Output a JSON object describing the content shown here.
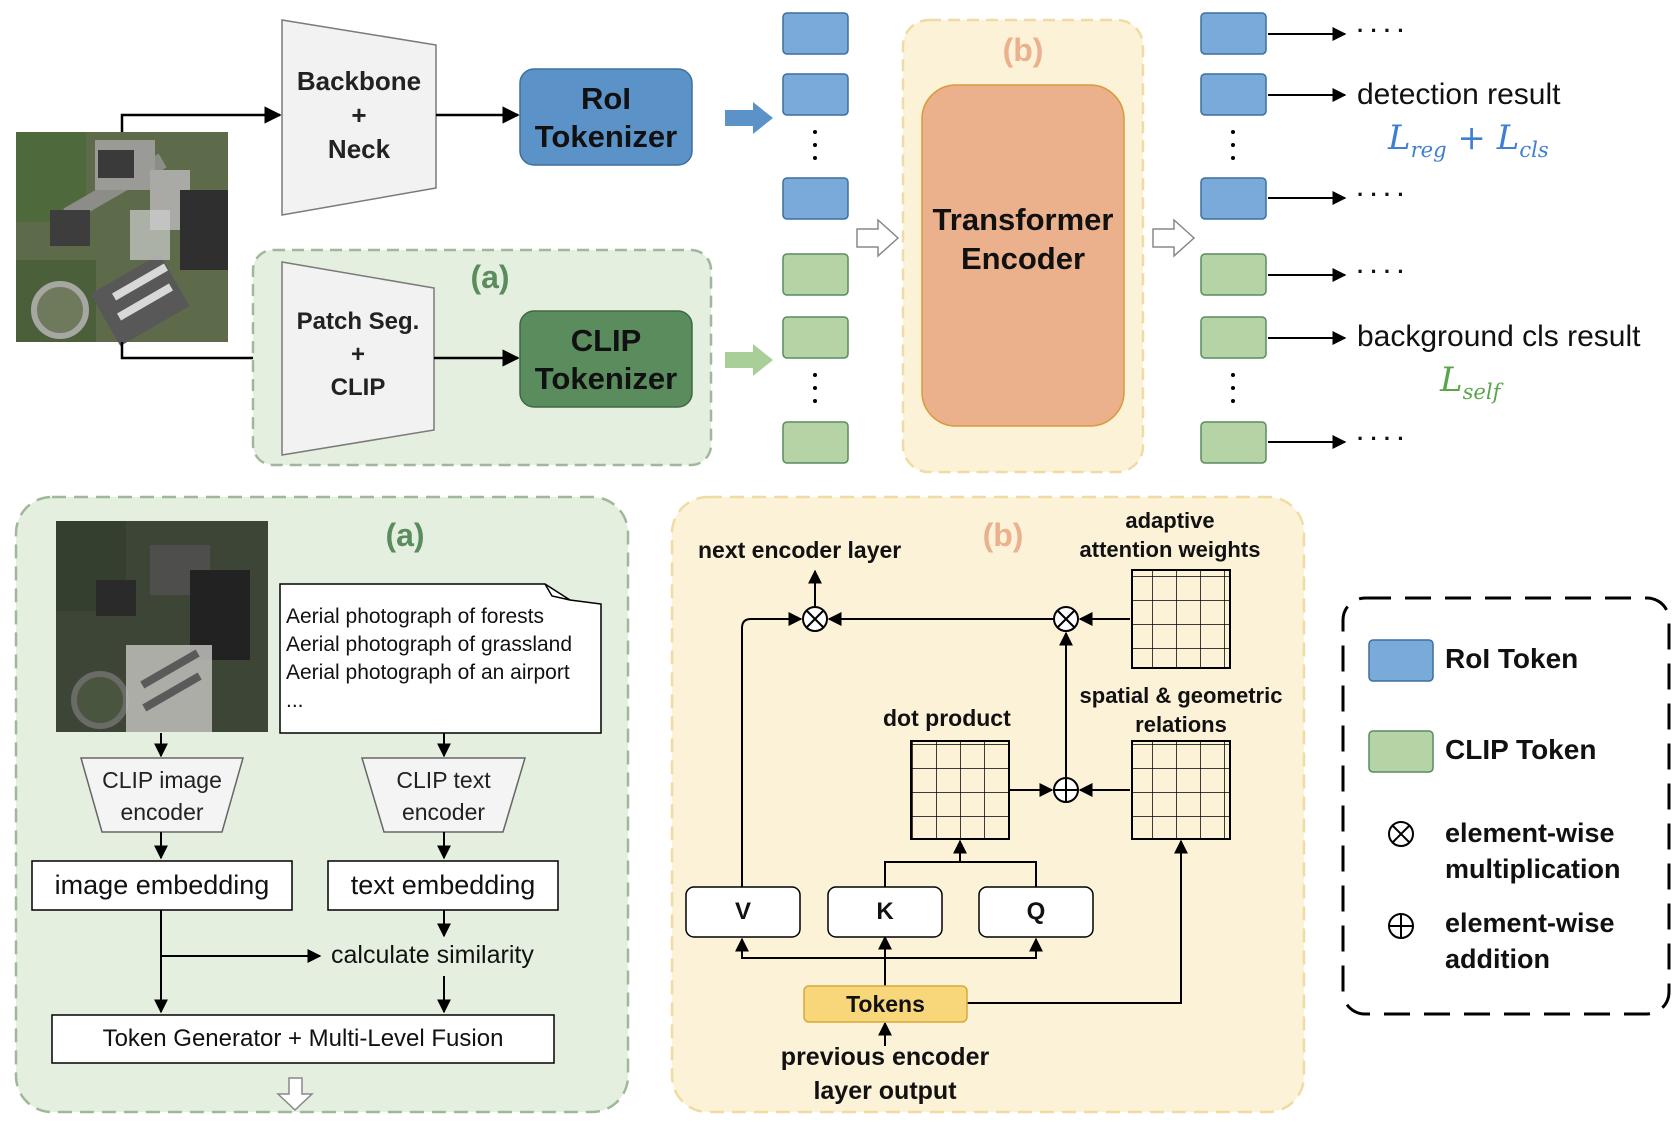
{
  "top": {
    "backbone": {
      "l1": "Backbone",
      "l2": "+",
      "l3": "Neck"
    },
    "roi_tokenizer": {
      "l1": "RoI",
      "l2": "Tokenizer"
    },
    "clip_branch": {
      "l1": "Patch Seg.",
      "l2": "+",
      "l3": "CLIP"
    },
    "clip_tokenizer": {
      "l1": "CLIP",
      "l2": "Tokenizer"
    },
    "label_a": "(a)",
    "label_b": "(b)",
    "transformer": {
      "l1": "Transformer",
      "l2": "Encoder"
    },
    "ellipsis": "· · · ·",
    "detection_result": "detection result",
    "loss_det": {
      "l1": "L",
      "s1": "reg",
      "op": " + ",
      "l2": "L",
      "s2": "cls"
    },
    "background_result": "background cls result",
    "loss_bg": {
      "l1": "L",
      "s1": "self"
    }
  },
  "panel_a": {
    "label": "(a)",
    "prompts": [
      "Aerial photograph of forests",
      "Aerial photograph of grassland",
      "Aerial photograph of an airport",
      "..."
    ],
    "image_encoder": {
      "l1": "CLIP image",
      "l2": "encoder"
    },
    "text_encoder": {
      "l1": "CLIP text",
      "l2": "encoder"
    },
    "image_embedding": "image embedding",
    "text_embedding": "text embedding",
    "similarity": "calculate similarity",
    "fusion": "Token Generator + Multi-Level Fusion"
  },
  "panel_b": {
    "label": "(b)",
    "next_layer": "next encoder layer",
    "adaptive": {
      "l1": "adaptive",
      "l2": "attention weights"
    },
    "dot_product": "dot product",
    "spatial": {
      "l1": "spatial & geometric",
      "l2": "relations"
    },
    "v": "V",
    "k": "K",
    "q": "Q",
    "tokens": "Tokens",
    "prev": {
      "l1": "previous encoder",
      "l2": "layer output"
    }
  },
  "legend": {
    "roi_token": "RoI Token",
    "clip_token": "CLIP Token",
    "mult": {
      "l1": "element-wise",
      "l2": "multiplication"
    },
    "add": {
      "l1": "element-wise",
      "l2": "addition"
    }
  },
  "colors": {
    "roi_blue": "#5b93c9",
    "roi_token": "#7aaad9",
    "clip_dark": "#5a8c5e",
    "clip_token": "#b5d3a5",
    "panel_green": "#e5efe0",
    "panel_yellow": "#fcf2d8",
    "transformer_orange": "#ebb08c"
  }
}
